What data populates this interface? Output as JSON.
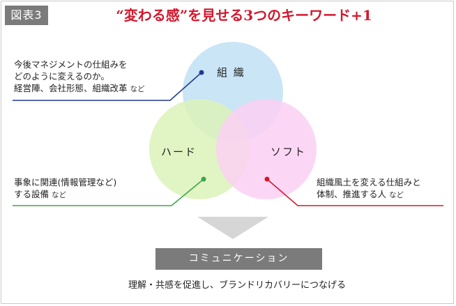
{
  "figure": {
    "badge": "図表3",
    "title": "“変わる感”を見せる3つのキーワード+1"
  },
  "circles": {
    "top": {
      "label": "組 織",
      "color": "#bfe0f5"
    },
    "left": {
      "label": "ハード",
      "color": "#dcf2b8"
    },
    "right": {
      "label": "ソフト",
      "color": "#fbd0f3"
    }
  },
  "notes": {
    "top_left": {
      "line1": "今後マネジメントの仕組みを",
      "line2": "どのように変えるのか。",
      "line3": "経営陣、会社形態、組織改革",
      "suffix": "など",
      "color": "#1f3a8f"
    },
    "bottom_left": {
      "line1": "事象に関連(情報管理など)",
      "line2": "する設備",
      "suffix": "など",
      "color": "#3aa54a"
    },
    "bottom_right": {
      "line1": "組織風土を変える仕組みと",
      "line2": "体制、推進する人",
      "suffix": "など",
      "color": "#d2182d"
    }
  },
  "communication": {
    "label": "コミュニケーション",
    "description": "理解・共感を促進し、ブランドリカバリーにつなげる"
  }
}
